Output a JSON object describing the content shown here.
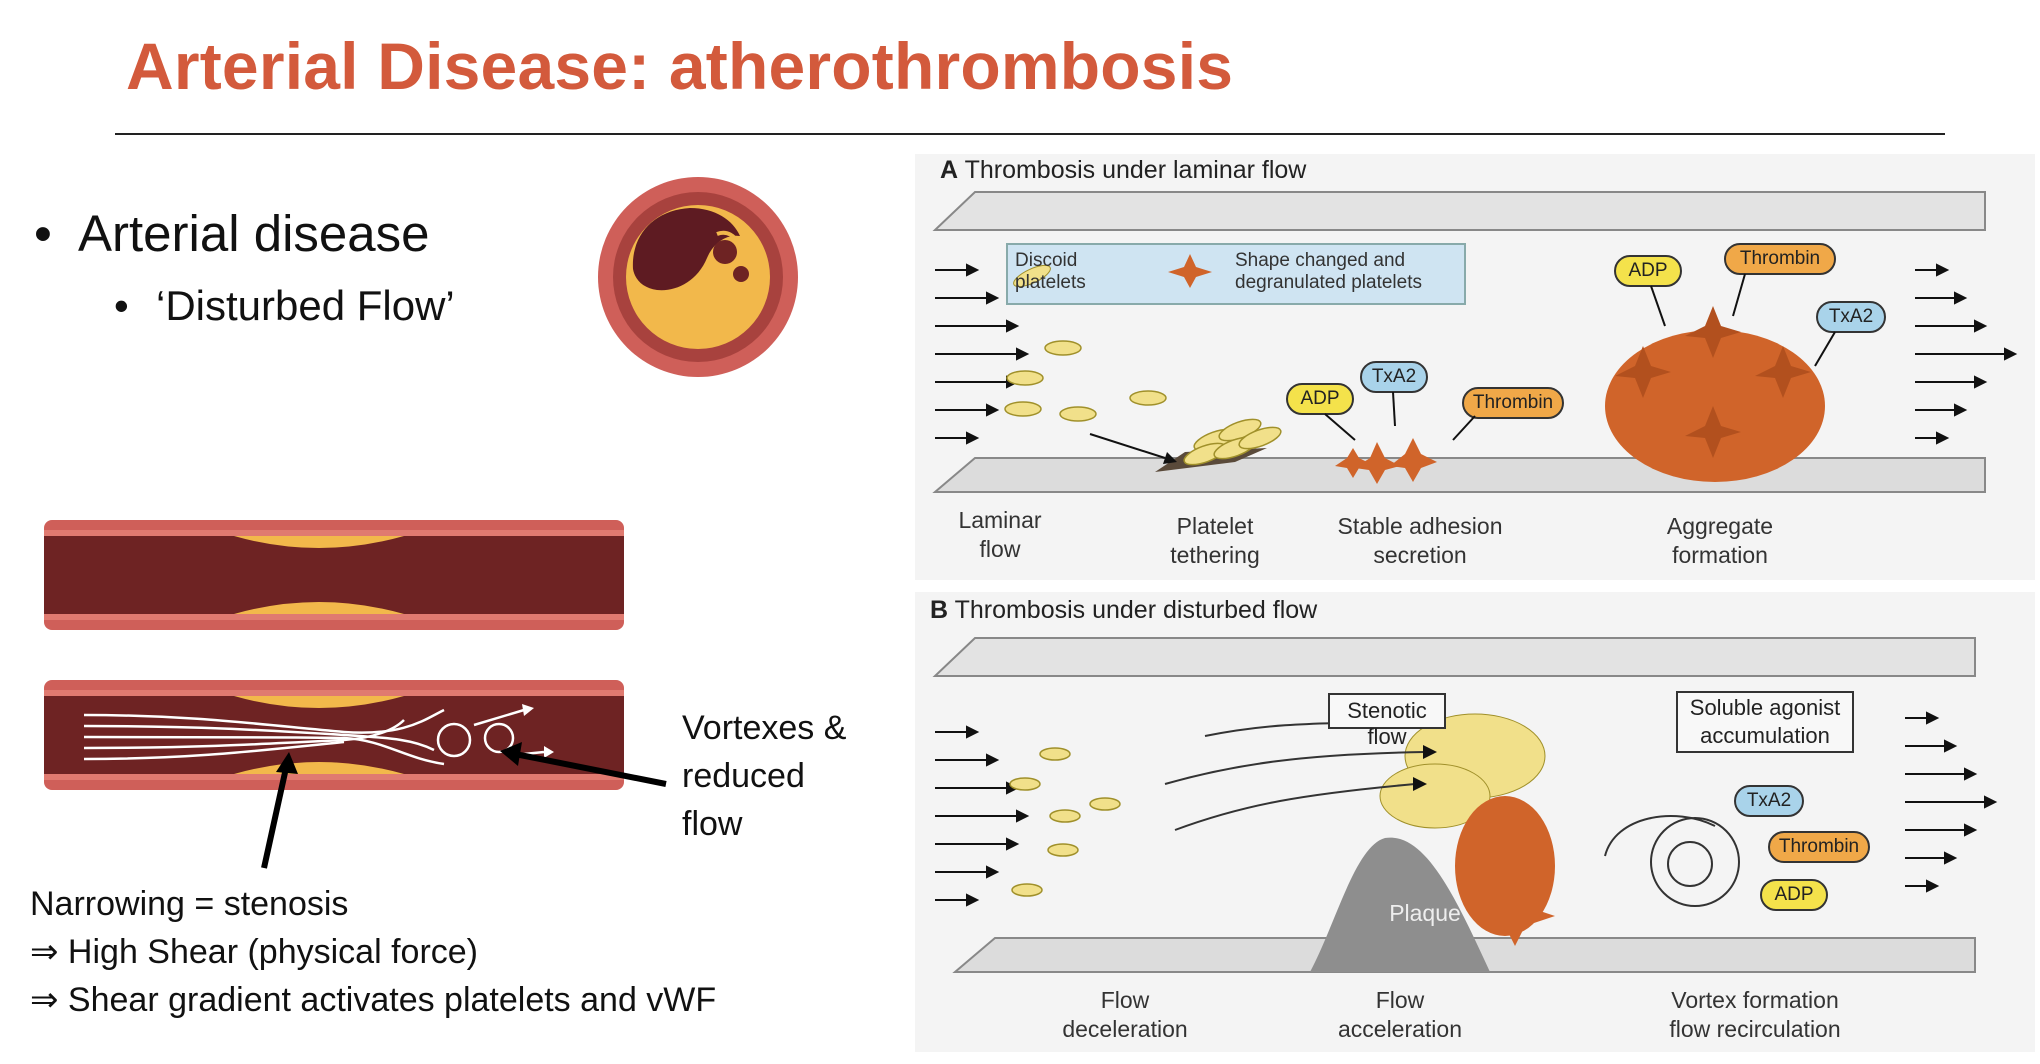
{
  "slide": {
    "title": "Arterial Disease: atherothrombosis",
    "bullet_main": "Arterial disease",
    "bullet_sub": "‘Disturbed Flow’",
    "vortex_label": [
      "Vortexes &",
      "reduced",
      "flow"
    ],
    "stenosis_notes": [
      "Narrowing = stenosis",
      "⇒ High Shear (physical force)",
      "⇒ Shear gradient activates platelets and vWF"
    ]
  },
  "panel_a": {
    "letter": "A",
    "title": "Thrombosis under laminar flow",
    "legend_discoid": [
      "Discoid",
      "platelets"
    ],
    "legend_changed": [
      "Shape changed and",
      "degranulated platelets"
    ],
    "agonists": {
      "adp": "ADP",
      "txa2": "TxA2",
      "thrombin": "Thrombin"
    },
    "steps": [
      [
        "Laminar",
        "flow"
      ],
      [
        "Platelet",
        "tethering"
      ],
      [
        "Stable adhesion",
        "secretion"
      ],
      [
        "Aggregate",
        "formation"
      ]
    ]
  },
  "panel_b": {
    "letter": "B",
    "title": "Thrombosis under disturbed flow",
    "box_stenotic": "Stenotic flow",
    "box_soluble": [
      "Soluble agonist",
      "accumulation"
    ],
    "plaque": "Plaque",
    "agonists": {
      "txa2": "TxA2",
      "thrombin": "Thrombin",
      "adp": "ADP"
    },
    "steps": [
      [
        "Flow",
        "deceleration"
      ],
      [
        "Flow",
        "acceleration"
      ],
      [
        "Vortex formation",
        "flow recirculation"
      ]
    ]
  },
  "colors": {
    "title": "#d35a3c",
    "vessel_wall": "#c9615a",
    "lumen": "#6e2323",
    "plaque_yellow": "#f2b84b",
    "platelet_orange": "#d0642a",
    "discoid": "#f1e08a"
  }
}
